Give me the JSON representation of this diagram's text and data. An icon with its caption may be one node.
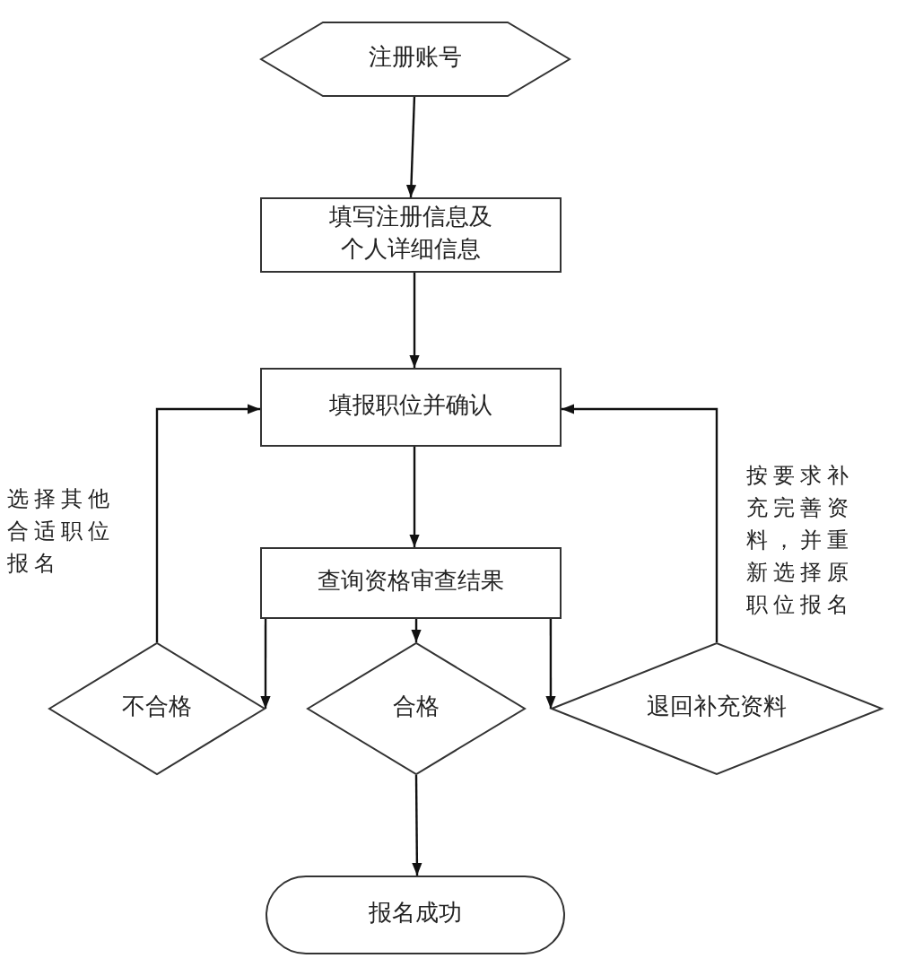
{
  "diagram": {
    "nodes": [
      {
        "text": [
          "注册账号"
        ]
      },
      {
        "text": [
          "填写注册信息及个人详细信息"
        ]
      },
      {
        "text": [
          "填报职位并确认"
        ]
      },
      {
        "text": [
          "查询资格审查结果"
        ]
      },
      {
        "text": [
          "不合格"
        ]
      },
      {
        "text": [
          "合格"
        ]
      },
      {
        "text": [
          "退回补充资料"
        ]
      },
      {
        "text": [
          "报名成功"
        ]
      }
    ],
    "edges": [
      {
        "from": 0,
        "to": 1,
        "arrow": "to"
      },
      {
        "from": 1,
        "to": 2,
        "arrow": "to"
      },
      {
        "from": 2,
        "to": 3,
        "arrow": "to"
      },
      {
        "from": 3,
        "to": 4,
        "arrow": "to"
      },
      {
        "from": 3,
        "to": 5,
        "arrow": "to"
      },
      {
        "from": 3,
        "to": 6,
        "arrow": "to"
      },
      {
        "from": 4,
        "to": 2,
        "arrow": "to"
      },
      {
        "from": 6,
        "to": 2,
        "arrow": "to"
      },
      {
        "from": 5,
        "to": 7,
        "arrow": "to"
      }
    ],
    "labels": [
      "选择其他合适职位报名",
      "按要求补充完善资料，并重新选择原职位报名"
    ]
  }
}
